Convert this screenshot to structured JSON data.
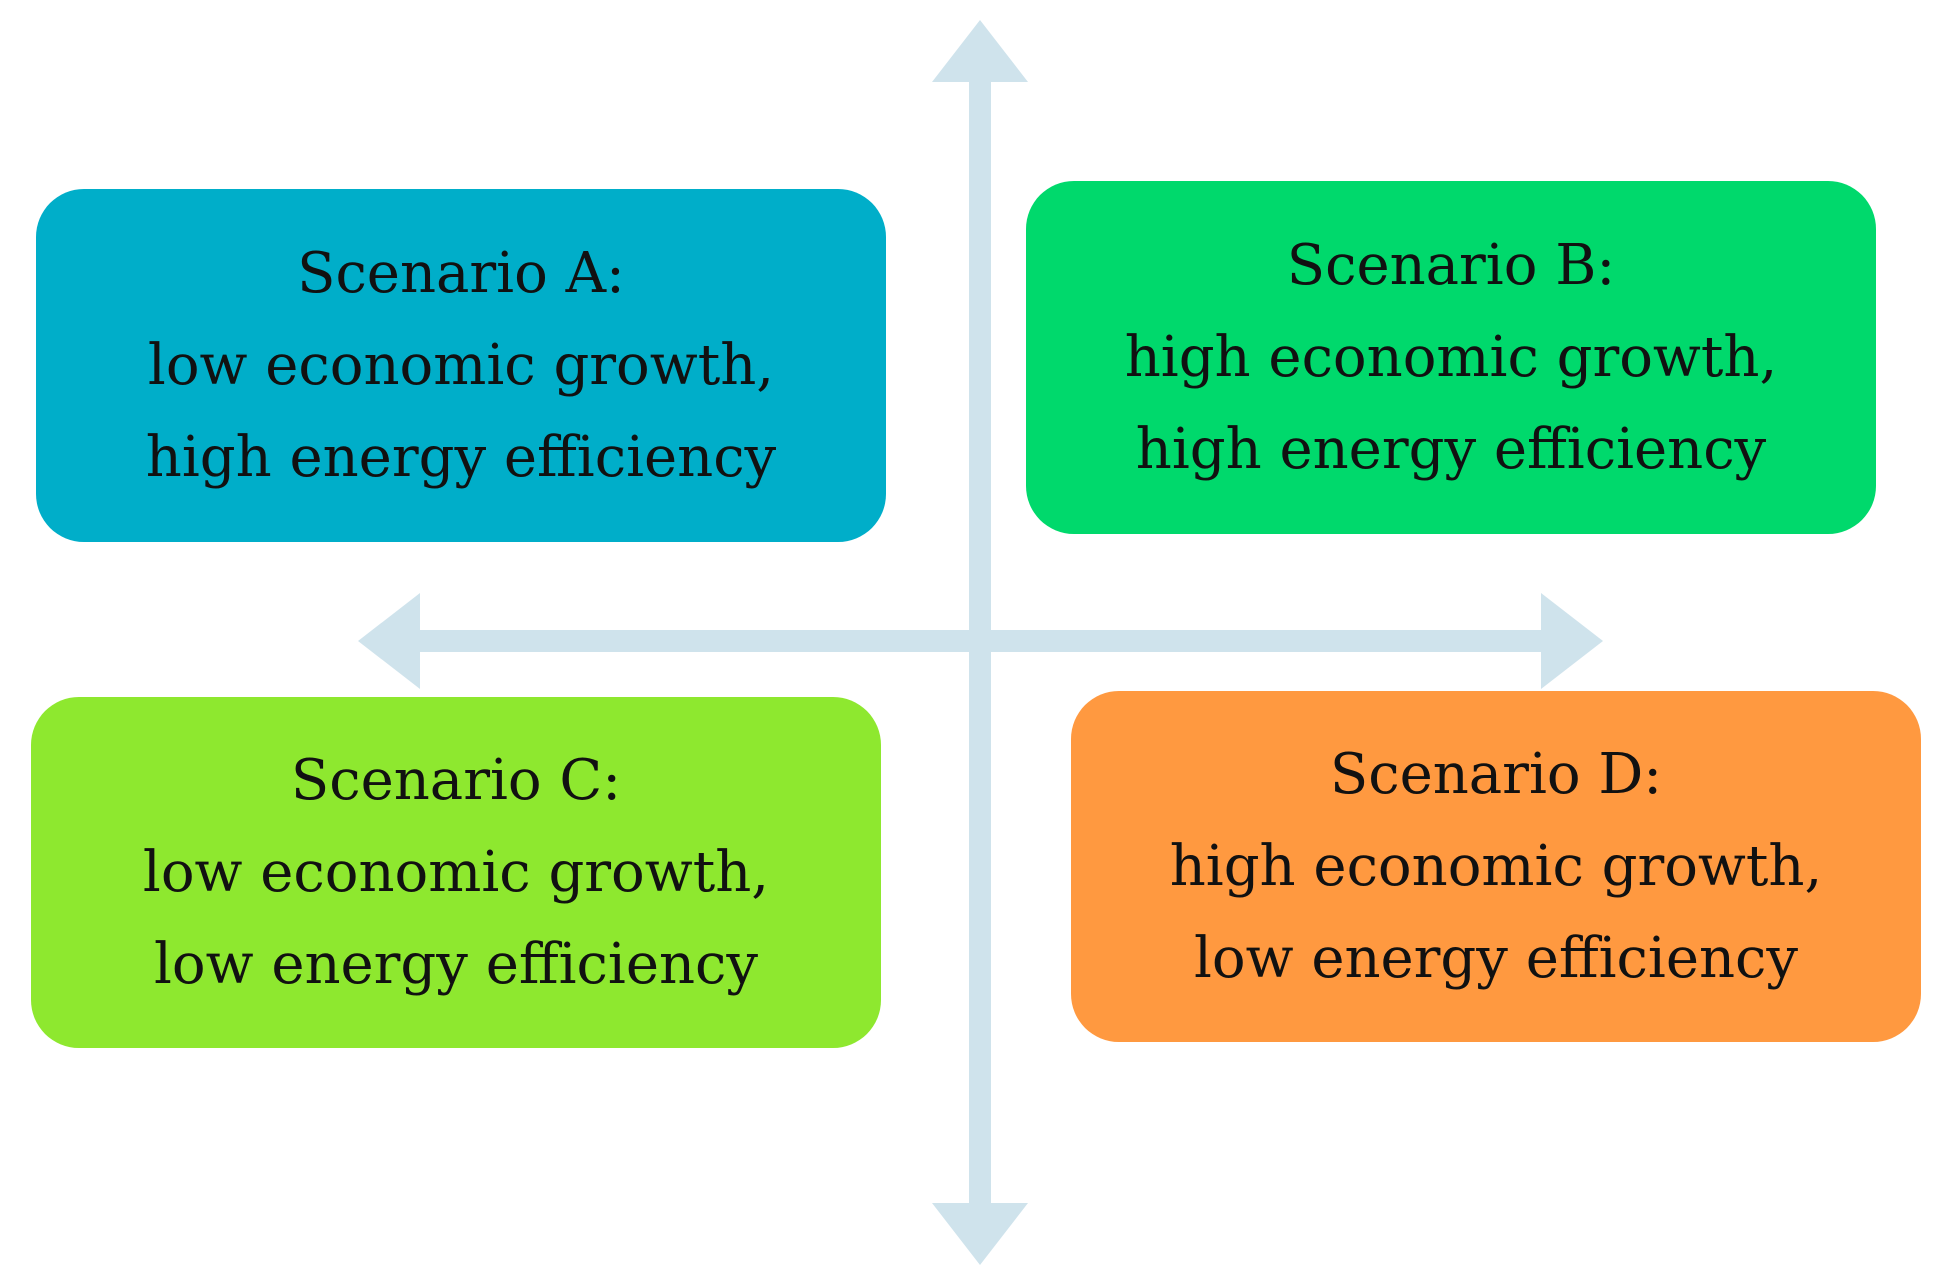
{
  "colors": {
    "axis": "#cfe3ec",
    "scenario_a": "#00aec9",
    "scenario_b": "#00d96c",
    "scenario_c": "#8ee82f",
    "scenario_d": "#ff9940"
  },
  "scenarios": {
    "a": {
      "title": "Scenario A:",
      "line1": "low economic growth,",
      "line2": "high energy efficiency"
    },
    "b": {
      "title": "Scenario B:",
      "line1": "high economic growth,",
      "line2": "high energy efficiency"
    },
    "c": {
      "title": "Scenario C:",
      "line1": "low economic growth,",
      "line2": "low energy efficiency"
    },
    "d": {
      "title": "Scenario D:",
      "line1": "high economic growth,",
      "line2": "low energy efficiency"
    }
  }
}
